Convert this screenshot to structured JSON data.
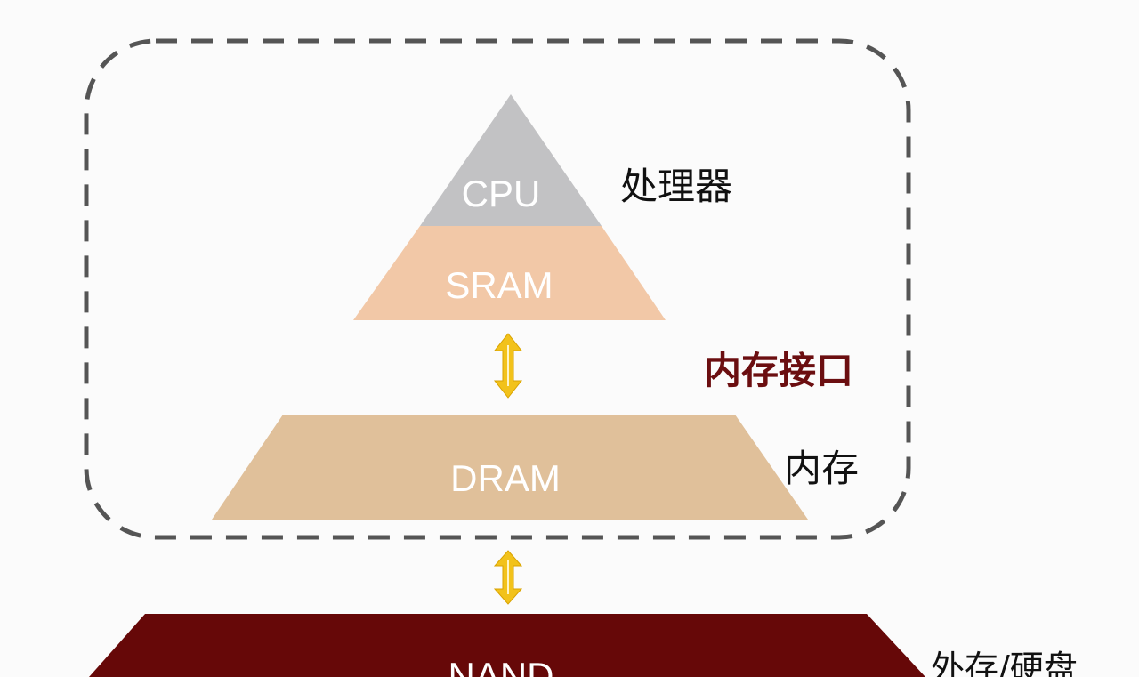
{
  "levels": {
    "cpu": {
      "label": "CPU",
      "color": "#c2c2c4",
      "text_color": "#ffffff"
    },
    "sram": {
      "label": "SRAM",
      "color": "#f2c8a7",
      "text_color": "#ffffff"
    },
    "dram": {
      "label": "DRAM",
      "color": "#e0c09a",
      "text_color": "#ffffff"
    },
    "nand": {
      "label": "NAND",
      "color": "#660808",
      "text_color": "#ffffff"
    }
  },
  "labels": {
    "processor": "处理器",
    "memory_interface": "内存接口",
    "memory": "内存",
    "storage": "外存/硬盘"
  },
  "colors": {
    "dashed_border": "#555555",
    "arrow": "#f2c21b",
    "interface_label": "#6b0e10"
  }
}
